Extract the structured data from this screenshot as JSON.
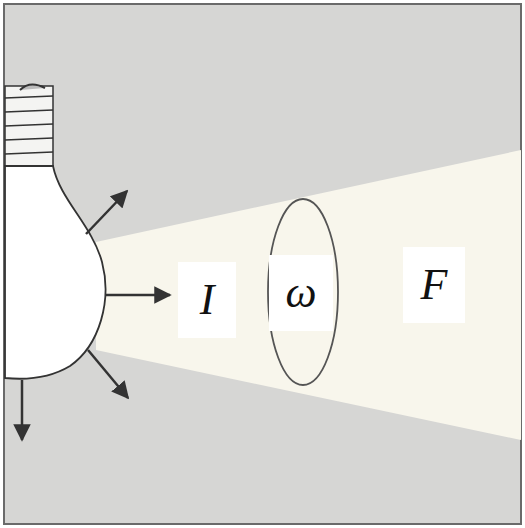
{
  "diagram": {
    "labels": [
      "I",
      "ω",
      "F"
    ]
  }
}
